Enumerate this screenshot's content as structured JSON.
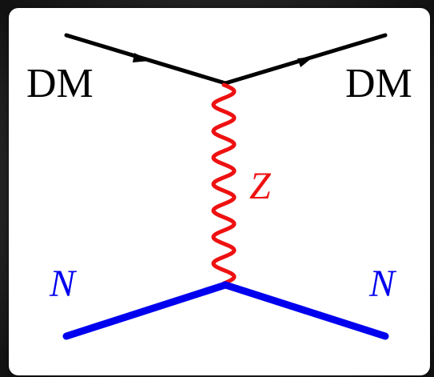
{
  "diagram": {
    "labels": {
      "dm_in": "DM",
      "dm_out": "DM",
      "boson": "Z",
      "nucleon_in": "N",
      "nucleon_out": "N"
    },
    "colors": {
      "background": "#ffffff",
      "dark_matter_line": "#000000",
      "boson_line": "#ee1111",
      "nucleon_line": "#0000ee"
    }
  }
}
